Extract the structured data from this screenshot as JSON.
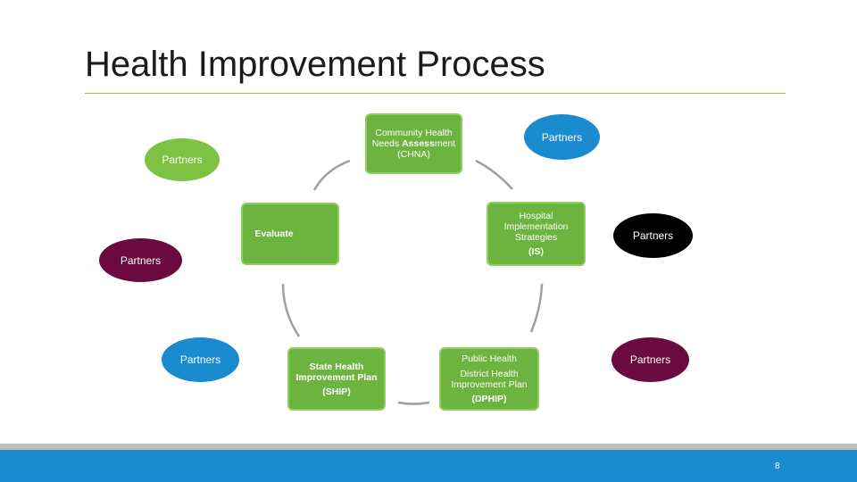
{
  "title": "Health Improvement Process",
  "nodes": {
    "chna": {
      "line1": "Community Health",
      "line2_pre": "Needs ",
      "line2_bold": "Assess",
      "line2_post": "ment",
      "line3": "(CHNA)"
    },
    "his": {
      "line1": "Hospital",
      "line2": "Implementation",
      "line3": "Strategies",
      "line4": "(IS)"
    },
    "dphip": {
      "line1": "Public Health",
      "line2": "District Health",
      "line3": "Improvement Plan",
      "line4": "(DPHIP)"
    },
    "ship": {
      "line1": "State Health",
      "line2": "Improvement Plan",
      "line3": "(SHIP)"
    },
    "evaluate": {
      "label": "Evaluate"
    }
  },
  "partners": {
    "green": "Partners",
    "blue_top": "Partners",
    "black": "Partners",
    "maroon_right": "Partners",
    "blue_bottom": "Partners",
    "maroon_left": "Partners"
  },
  "colors": {
    "box_green": "#6db33f",
    "oval_green": "#7dc242",
    "blue": "#1b8bd0",
    "maroon": "#6b0a3e",
    "black": "#000000"
  },
  "footer": {
    "page_number": "8"
  }
}
